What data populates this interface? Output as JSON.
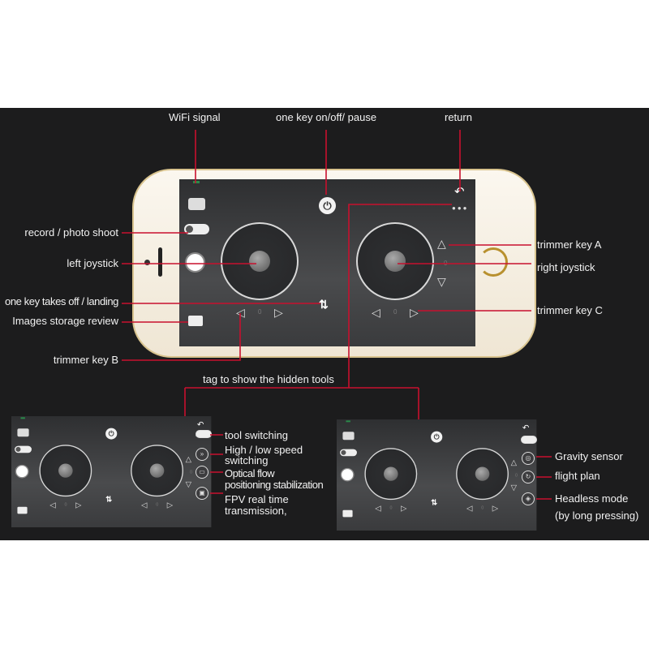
{
  "top_labels": {
    "wifi": "WiFi signal",
    "power": "one key on/off/ pause",
    "return": "return"
  },
  "left_labels": {
    "record": "record / photo shoot",
    "left_joystick": "left joystick",
    "takeoff": "one key takes off / landing",
    "images": "Images storage review",
    "trimmer_b": "trimmer key B"
  },
  "right_labels": {
    "trimmer_a": "trimmer key A",
    "right_joystick": "right joystick",
    "trimmer_c": "trimmer key C"
  },
  "hidden_tools": "tag to show the hidden tools",
  "screen": {
    "trim_value": "0"
  },
  "panel_left_labels": {
    "tool": "tool switching",
    "speed_1": "High / low speed",
    "speed_2": "switching",
    "optical_1": "Optical flow",
    "optical_2": "positioning stabilization",
    "fpv_1": "FPV real time",
    "fpv_2": "transmission,"
  },
  "panel_right_labels": {
    "gravity": "Gravity sensor",
    "flight": "flight plan",
    "headless": "Headless mode",
    "headless_note": "(by long pressing)"
  },
  "colors": {
    "annotation_line": "#c8102e",
    "background": "#1c1c1d"
  }
}
